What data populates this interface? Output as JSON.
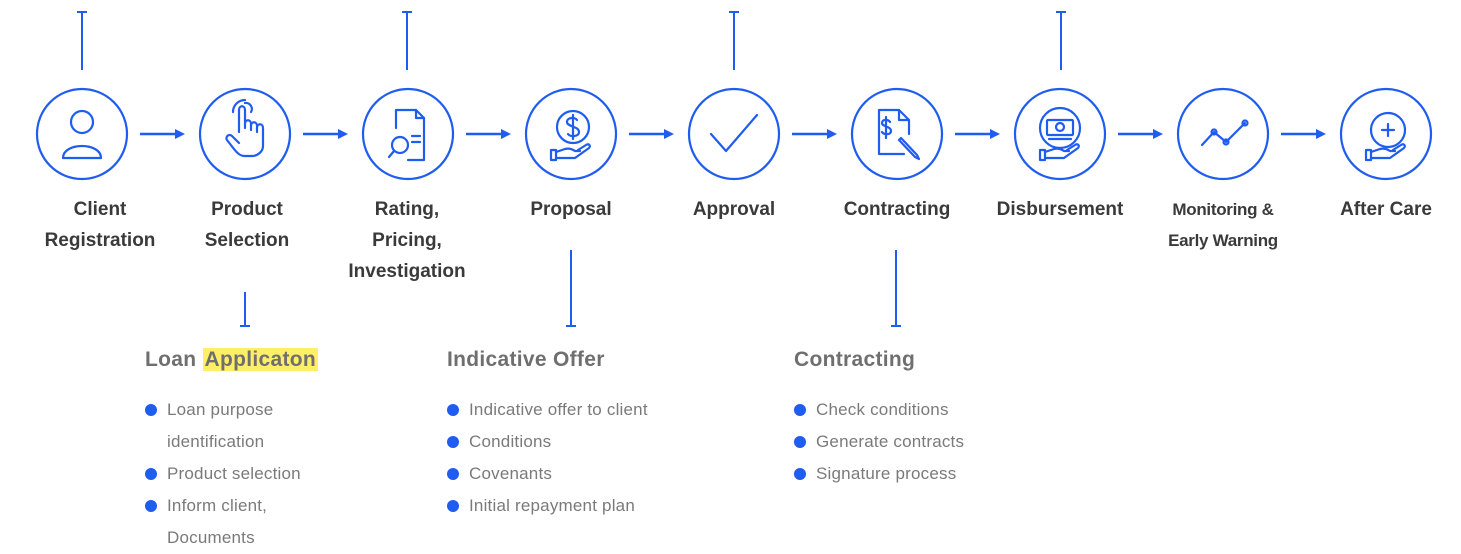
{
  "colors": {
    "accent": "#1f5cf0",
    "label": "#3a3a3a",
    "detail_text": "#7a7a7a",
    "highlight": "#ffef66"
  },
  "steps": [
    {
      "icon": "user-icon",
      "label_lines": [
        "Client",
        "Registration"
      ]
    },
    {
      "icon": "hand-pointer-icon",
      "label_lines": [
        "Product",
        "Selection"
      ]
    },
    {
      "icon": "document-search-icon",
      "label_lines": [
        "Rating,",
        "Pricing,",
        "Investigation"
      ]
    },
    {
      "icon": "money-hand-icon",
      "label_lines": [
        "Proposal"
      ]
    },
    {
      "icon": "checkmark-icon",
      "label_lines": [
        "Approval"
      ]
    },
    {
      "icon": "contract-sign-icon",
      "label_lines": [
        "Contracting"
      ]
    },
    {
      "icon": "cash-hand-icon",
      "label_lines": [
        "Disbursement"
      ]
    },
    {
      "icon": "trend-line-icon",
      "label_lines": [
        "Monitoring &",
        "Early Warning"
      ]
    },
    {
      "icon": "care-hand-icon",
      "label_lines": [
        "After Care"
      ]
    }
  ],
  "details": {
    "loan_application": {
      "title_prefix": "Loan",
      "title_highlight": "Applicaton",
      "items": [
        "Loan purpose",
        "identification",
        "Product selection",
        "Inform client,",
        "Documents"
      ]
    },
    "indicative_offer": {
      "title": "Indicative Offer",
      "items": [
        "Indicative offer to client",
        "Conditions",
        "Covenants",
        "Initial repayment plan"
      ]
    },
    "contracting": {
      "title": "Contracting",
      "items": [
        "Check conditions",
        "Generate contracts",
        "Signature process"
      ]
    }
  }
}
